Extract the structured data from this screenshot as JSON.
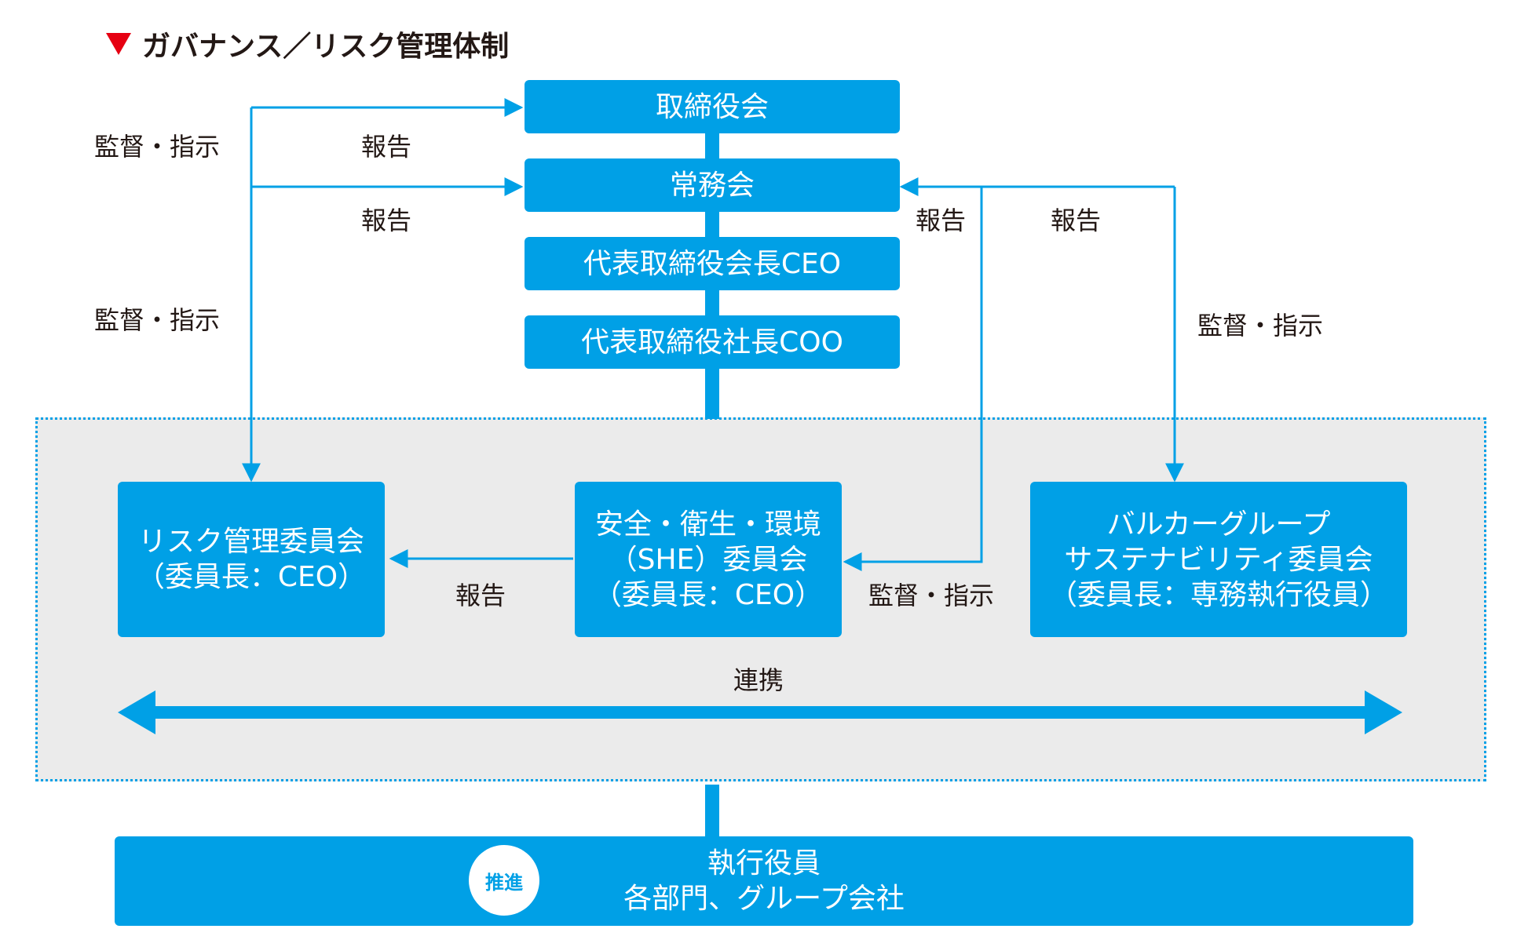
{
  "title": "ガバナンス／リスク管理体制",
  "colors": {
    "accent": "#00a0e6",
    "marker": "#e60012",
    "panel": "#ebebeb"
  },
  "boxes": {
    "board": "取締役会",
    "executive_committee": "常務会",
    "ceo": "代表取締役会長CEO",
    "coo": "代表取締役社長COO",
    "risk_committee": [
      "リスク管理委員会",
      "（委員長：CEO）"
    ],
    "she_committee": [
      "安全・衛生・環境",
      "（SHE）委員会",
      "（委員長：CEO）"
    ],
    "sustainability_committee": [
      "バルカーグループ",
      "サステナビリティ委員会",
      "（委員長：専務執行役員）"
    ],
    "execution": [
      "執行役員",
      "各部門、グループ会社"
    ]
  },
  "labels": {
    "supervise": "監督・指示",
    "report": "報告",
    "collaboration": "連携",
    "promote": "推進"
  }
}
